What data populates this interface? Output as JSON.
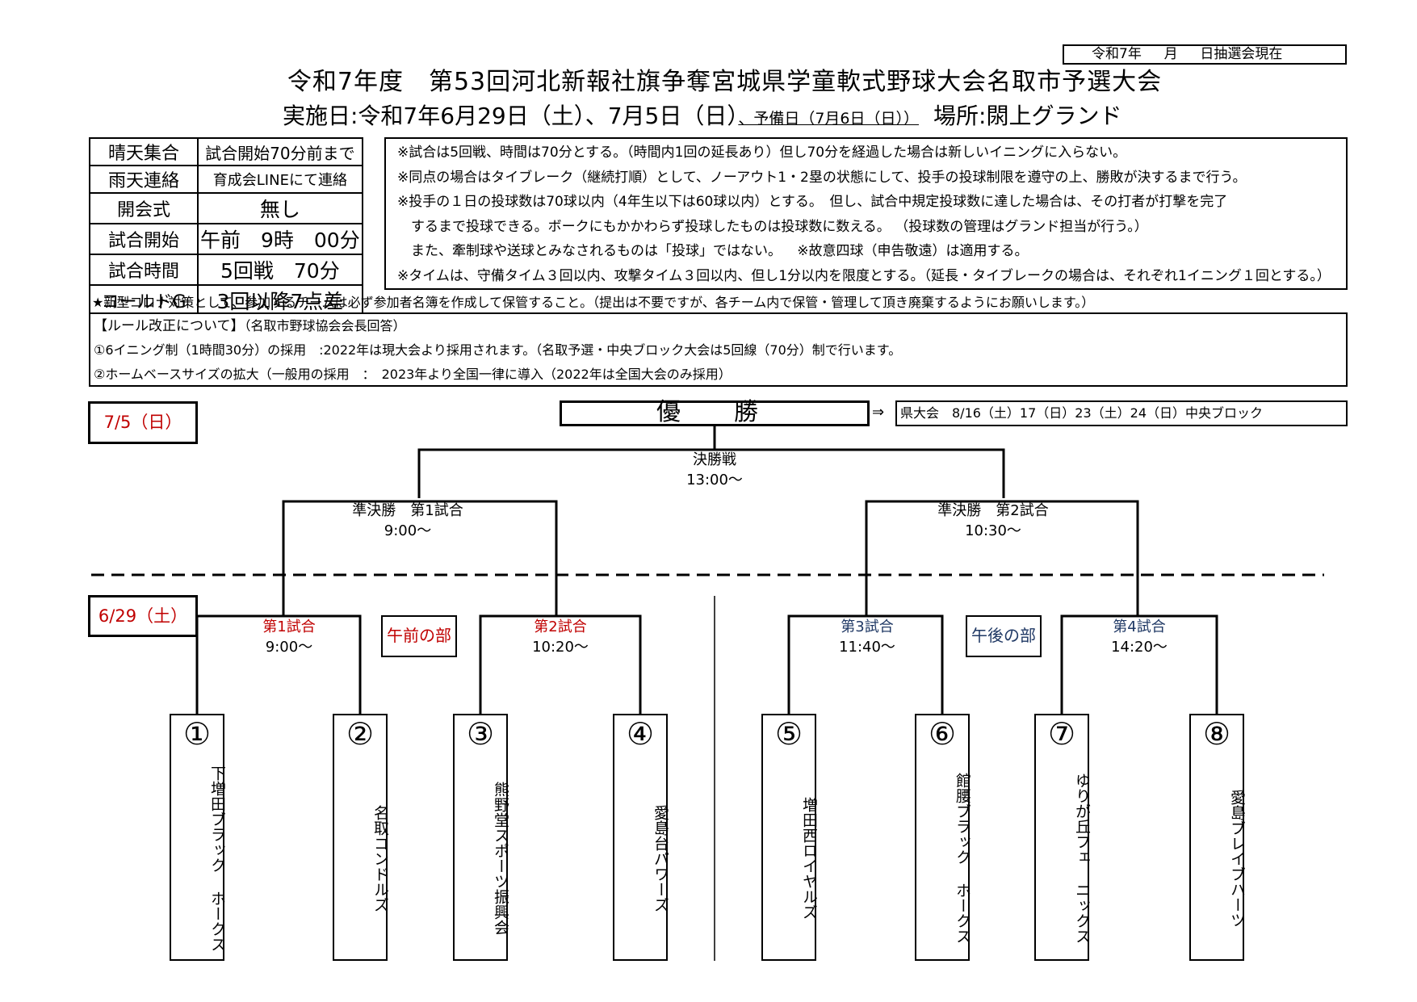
{
  "header": {
    "status": "令和7年　  月　  日抽選会現在",
    "title": "令和7年度　第53回河北新報社旗争奪宮城県学童軟式野球大会名取市予選大会",
    "dates": "実施日:令和7年6月29日（土）、7月5日（日）",
    "reserve": "、予備日（7月6日（日））",
    "place": "場所:閖上グランド"
  },
  "info": [
    {
      "key": "晴天集合",
      "value": "試合開始70分前まで",
      "size": "normal"
    },
    {
      "key": "雨天連絡",
      "value": "育成会LINEにて連絡",
      "size": "small"
    },
    {
      "key": "開会式",
      "value": "無し",
      "size": "large"
    },
    {
      "key": "試合開始",
      "value": "午前　9時　00分",
      "size": "large"
    },
    {
      "key": "試合時間",
      "value": "5回戦　70分",
      "size": "large"
    },
    {
      "key": "コールドG",
      "value": "3回以降7点差",
      "size": "large"
    }
  ],
  "rules": [
    "※試合は5回戦、時間は70分とする。（時間内1回の延長あり）但し70分を経過した場合は新しいイニングに入らない。",
    "※同点の場合はタイブレーク（継続打順）として、ノーアウト1・2塁の状態にして、投手の投球制限を遵守の上、勝敗が決するまで行う。",
    "※投手の１日の投球数は70球以内（4年生以下は60球以内）とする。　但し、試合中規定投球数に達した場合は、その打者が打撃を完了",
    "　するまで投球できる。ボークにもかかわらず投球したものは投球数に数える。 （投球数の管理はグランド担当が行う。）",
    "　また、牽制球や送球とみなされるものは「投球」ではない。　  ※故意四球（申告敬遠）は適用する。",
    "※タイムは、守備タイム３回以内、攻撃タイム３回以内、但し1分以内を限度とする。（延長・タイブレークの場合は、それぞれ1イニング１回とする。）"
  ],
  "covid_note": "★新型コロナ対策として、参加するチームは必ず参加者名簿を作成して保管すること。（提出は不要ですが、各チーム内で保管・管理して頂き廃棄するようにお願いします。）",
  "revision": {
    "heading": "【ルール改正について】",
    "source": "（名取市野球協会会長回答）",
    "items": [
      "①6イニング制（1時間30分）の採用　:2022年は現大会より採用されます。（名取予選・中央ブロック大会は5回線（70分）制で行います。",
      "②ホームベースサイズの拡大（一般用の採用　：　2023年より全国一律に導入（2022年は全国大会のみ採用）"
    ]
  },
  "bracket": {
    "date_day2": "7/5（日）",
    "date_day1": "6/29（土）",
    "champion": "優　勝",
    "arrow": "⇒",
    "pref_note": "県大会　8/16（土）17（日）23（土）24（日）中央ブロック",
    "final": {
      "label": "決勝戦",
      "time": "13:00～"
    },
    "semi1": {
      "label": "準決勝　第1試合",
      "time": "9:00～"
    },
    "semi2": {
      "label": "準決勝　第2試合",
      "time": "10:30～"
    },
    "games": [
      {
        "label": "第1試合",
        "time": "9:00～"
      },
      {
        "label": "第2試合",
        "time": "10:20～"
      },
      {
        "label": "第3試合",
        "time": "11:40～"
      },
      {
        "label": "第4試合",
        "time": "14:20～"
      }
    ],
    "am_label": "午前の部",
    "pm_label": "午後の部",
    "colors": {
      "red": "#c00000",
      "navy": "#1f3864"
    }
  },
  "teams": [
    {
      "num": "①",
      "name": "下増田ブラック ホークス"
    },
    {
      "num": "②",
      "name": "名取コンドルズ"
    },
    {
      "num": "③",
      "name": "熊野堂スポーツ振興会"
    },
    {
      "num": "④",
      "name": "愛島台パワーズ"
    },
    {
      "num": "⑤",
      "name": "増田西ロイヤルズ"
    },
    {
      "num": "⑥",
      "name": "館腰ブラック ホークス"
    },
    {
      "num": "⑦",
      "name": "ゆりが丘フェ ニックス"
    },
    {
      "num": "⑧",
      "name": "愛島ブレイブハーツ"
    }
  ]
}
